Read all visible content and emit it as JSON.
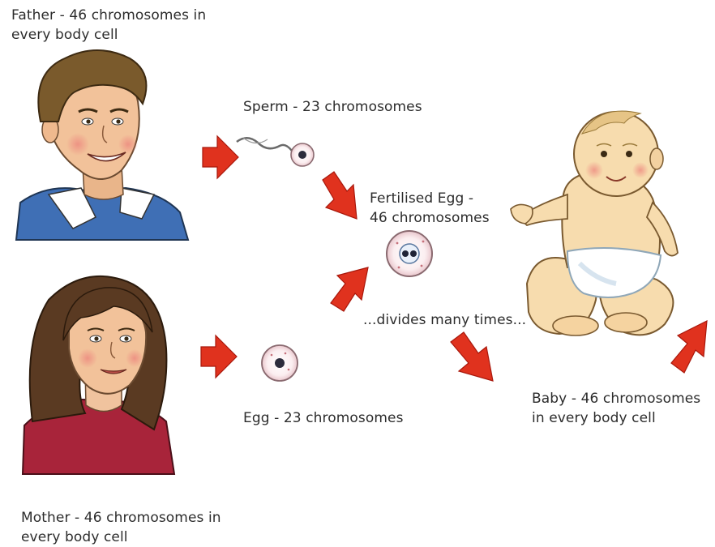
{
  "labels": {
    "father": [
      "Father - 46 chromosomes in",
      "every body cell"
    ],
    "sperm": "Sperm - 23 chromosomes",
    "fertilised_egg": [
      "Fertilised Egg -",
      "46 chromosomes"
    ],
    "divides": "...divides many times...",
    "egg": "Egg - 23 chromosomes",
    "baby": [
      "Baby - 46 chromosomes",
      "in every body cell"
    ],
    "mother": [
      "Mother - 46 chromosomes in",
      "every body cell"
    ]
  },
  "colors": {
    "arrow": "#e0321e",
    "arrow_dark": "#a8180c",
    "skin": "#f2c29a",
    "father_hair": "#7a5a2c",
    "father_shirt": "#3f6fb5",
    "mother_hair": "#5a3a22",
    "mother_top": "#a8243a",
    "baby_skin": "#f7dcae",
    "diaper": "#ffffff"
  }
}
